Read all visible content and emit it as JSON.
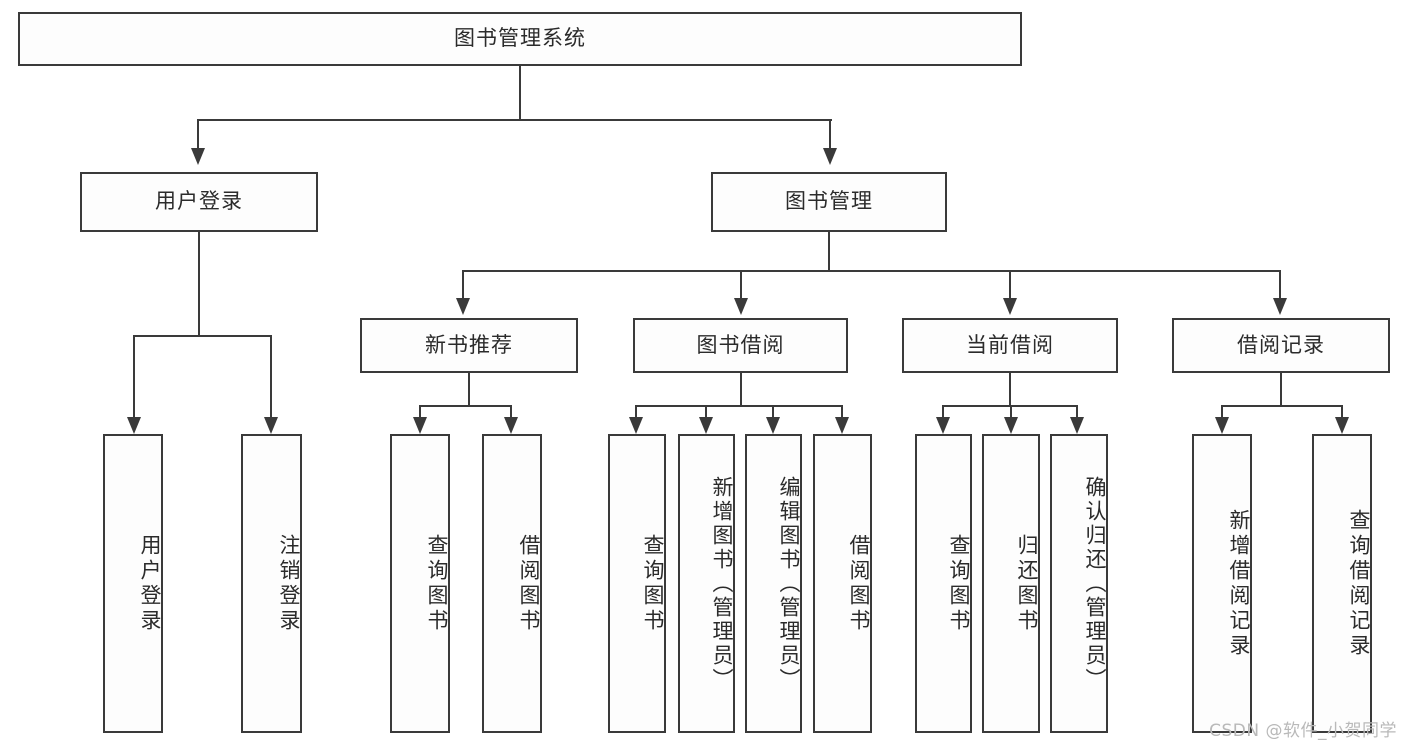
{
  "diagram": {
    "title_node": {
      "label": "图书管理系统"
    },
    "level2": [
      {
        "label": "用户登录"
      },
      {
        "label": "图书管理"
      }
    ],
    "level3": [
      {
        "label": "新书推荐"
      },
      {
        "label": "图书借阅"
      },
      {
        "label": "当前借阅"
      },
      {
        "label": "借阅记录"
      }
    ],
    "leaves": {
      "user_login": [
        {
          "label": "用户登录"
        },
        {
          "label": "注销登录"
        }
      ],
      "new_book": [
        {
          "label": "查询图书"
        },
        {
          "label": "借阅图书"
        }
      ],
      "book_borrow": [
        {
          "label": "查询图书"
        },
        {
          "label": "新增图书（管理员）"
        },
        {
          "label": "编辑图书（管理员）"
        },
        {
          "label": "借阅图书"
        }
      ],
      "current_borrow": [
        {
          "label": "查询图书"
        },
        {
          "label": "归还图书"
        },
        {
          "label": "确认归还（管理员）"
        }
      ],
      "borrow_record": [
        {
          "label": "新增借阅记录"
        },
        {
          "label": "查询借阅记录"
        }
      ]
    },
    "watermark": "CSDN @软件_小贺同学",
    "colors": {
      "stroke": "#3a3a3a",
      "text": "#2b2b2b",
      "background": "#ffffff",
      "watermark": "#b9b9b9"
    }
  }
}
